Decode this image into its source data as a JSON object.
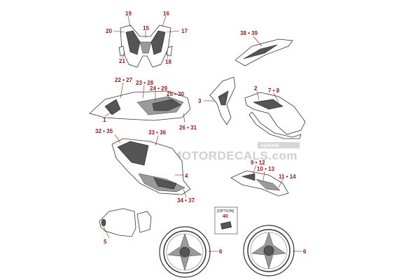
{
  "labels": {
    "l19": "19",
    "l16": "16",
    "l20": "20",
    "l15": "15",
    "l17": "17",
    "l21": "21",
    "l18": "18",
    "l38_39": "38 • 39",
    "l22_27": "22 • 27",
    "l23_28": "23 • 28",
    "l24_29": "24 • 29",
    "l25_30": "25 • 30",
    "l1": "1",
    "l26_31": "26 • 31",
    "l3": "3",
    "l2": "2",
    "l7_8": "7 • 8",
    "l32_35": "32 • 35",
    "l33_36": "33 • 36",
    "l4": "4",
    "l34_37": "34 • 37",
    "l9_12": "9 • 12",
    "l10_13": "10 • 13",
    "l11_14": "11 • 14",
    "l40": "40",
    "l5": "5",
    "l6a": "6",
    "l6b": "6"
  },
  "option_box": {
    "caption": "[OPTION]"
  },
  "watermark": {
    "main": "MOTORDECALS.com",
    "badge": "GENUINE"
  },
  "colors": {
    "callout": "#8b1a1a",
    "outline": "#333333"
  }
}
